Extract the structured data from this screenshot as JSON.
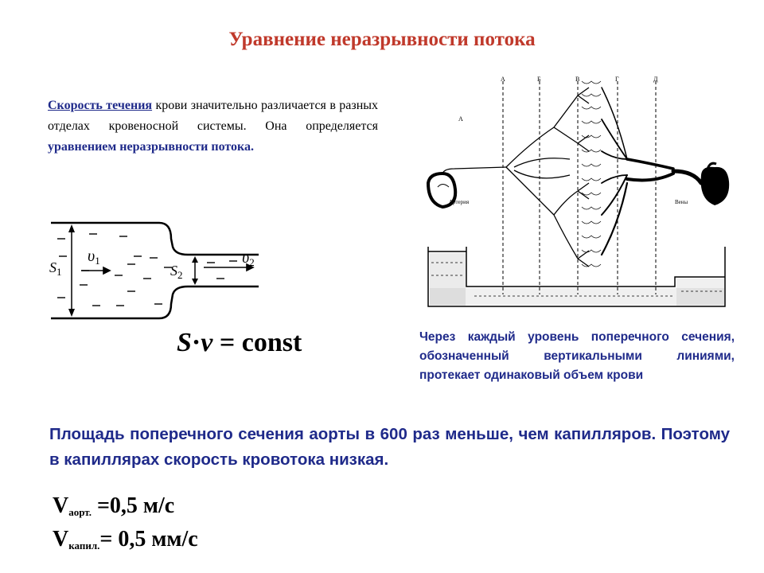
{
  "title": "Уравнение неразрывности потока",
  "intro": {
    "lead": "Скорость течения",
    "middle": "крови значительно различается в разных отделах кровеносной системы. Она определяется",
    "strong": "уравнением неразрывности потока."
  },
  "pipe_diagram": {
    "s1": "S",
    "s1_sub": "1",
    "v1": "υ",
    "v1_sub": "1",
    "s2": "S",
    "s2_sub": "2",
    "v2": "υ",
    "v2_sub": "2"
  },
  "formula": {
    "s": "S",
    "dot": "·",
    "v": "v",
    "rest": " = const"
  },
  "vascular_diagram": {
    "column_labels": [
      "А",
      "Б",
      "В",
      "Г",
      "Д"
    ],
    "corner_label": "А",
    "artery_label": "Артерия",
    "vein_label": "Вены"
  },
  "caption": "Через каждый уровень поперечного сечения, обозначенный вертикальными линиями, протекает одинаковый объем крови",
  "statement": "Площадь поперечного сечения аорты в 600 раз меньше, чем капилляров. Поэтому в капиллярах скорость кровотока низкая.",
  "velocities": {
    "aorta_symbol": "V",
    "aorta_sub": "аорт.",
    "aorta_value": " =0,5 м/с",
    "cap_symbol": "V",
    "cap_sub": "капил.",
    "cap_value": "= 0,5 мм/с"
  }
}
